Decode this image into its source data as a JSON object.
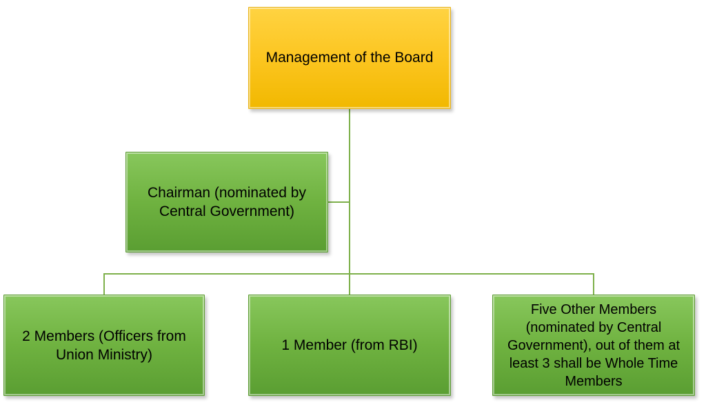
{
  "diagram": {
    "root": {
      "label": "Management of the Board"
    },
    "assistant": {
      "label": "Chairman (nominated by Central Government)"
    },
    "children": [
      {
        "label": "2 Members (Officers from Union Ministry)"
      },
      {
        "label": "1 Member (from RBI)"
      },
      {
        "label": "Five Other Members (nominated by Central Government), out of them at least 3 shall be Whole Time Members"
      }
    ],
    "colors": {
      "root_fill": "#fbc41d",
      "child_fill": "#6fb240",
      "connector": "#7db04a",
      "text": "#000000"
    }
  }
}
